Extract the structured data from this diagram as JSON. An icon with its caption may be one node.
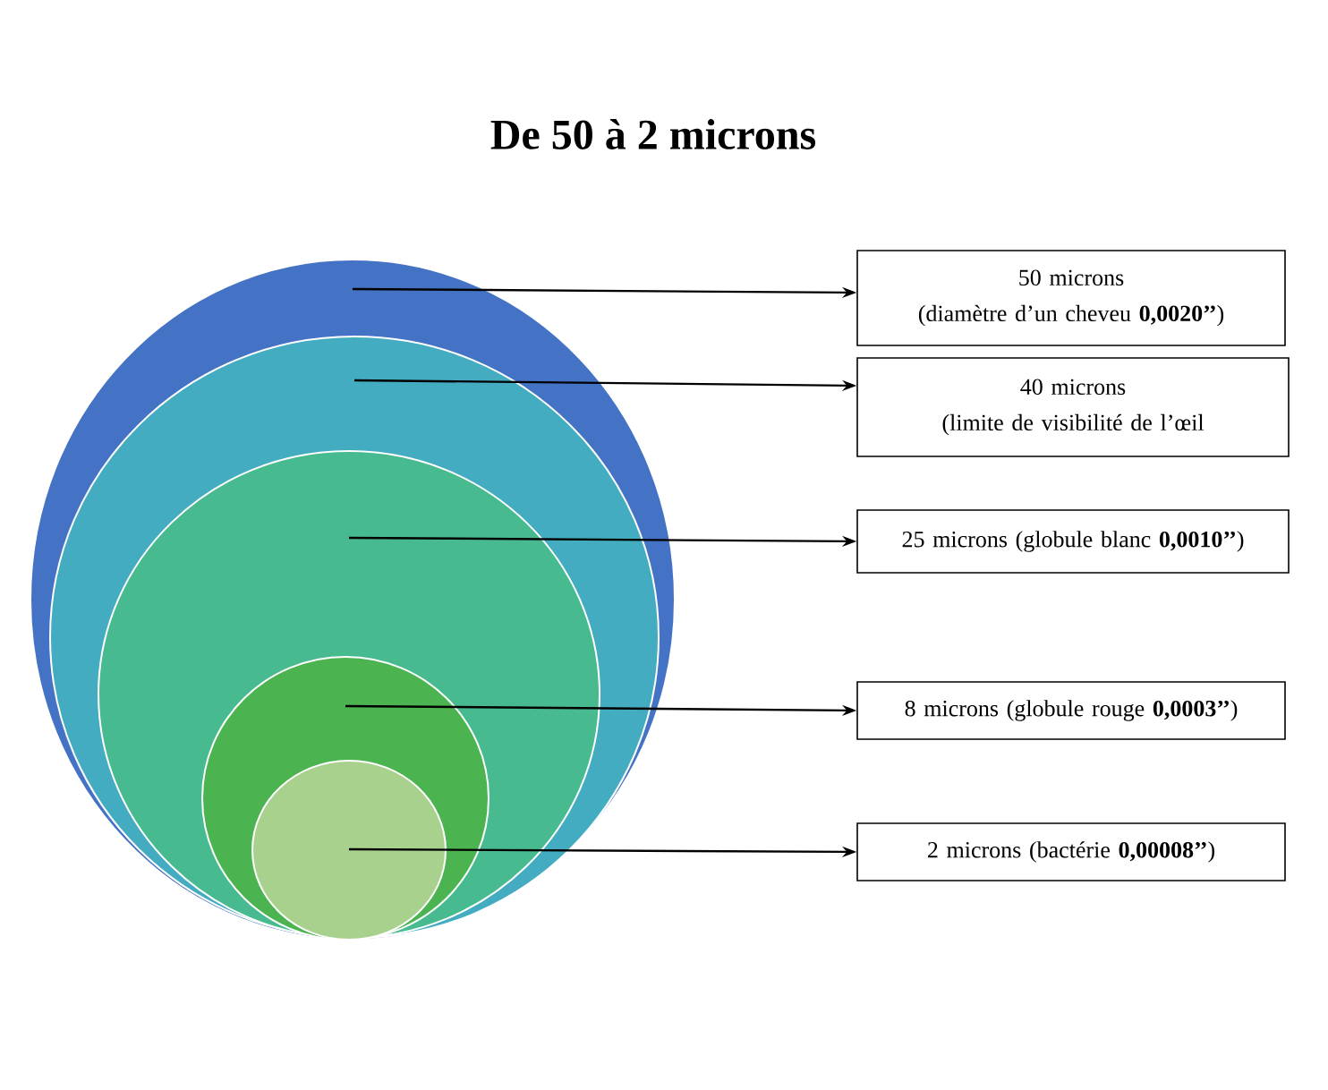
{
  "diagram": {
    "title": "De 50 à 2 microns",
    "nodes": [
      {
        "text": [],
        "shape": "circle"
      },
      {
        "text": [],
        "shape": "circle",
        "in": 0
      },
      {
        "text": [],
        "shape": "circle",
        "in": 1
      },
      {
        "text": [],
        "shape": "circle",
        "in": 2
      },
      {
        "text": [],
        "shape": "circle",
        "in": 3
      },
      {
        "text": [
          "50 microns",
          "(diamètre d’un cheveu **0,0020’’**)"
        ]
      },
      {
        "text": [
          "40 microns",
          "(limite de visibilité de l’œil"
        ]
      },
      {
        "text": [
          "25 microns (globule blanc **0,0010’’**)"
        ]
      },
      {
        "text": [
          "8 microns (globule rouge **0,0003’’**)"
        ]
      },
      {
        "text": [
          "2 microns (bactérie **0,00008’’**)"
        ]
      }
    ],
    "edges": [
      {
        "from": 0,
        "to": 5,
        "arrow": "to"
      },
      {
        "from": 1,
        "to": 6,
        "arrow": "to"
      },
      {
        "from": 2,
        "to": 7,
        "arrow": "to"
      },
      {
        "from": 3,
        "to": 8,
        "arrow": "to"
      },
      {
        "from": 4,
        "to": 9,
        "arrow": "to"
      }
    ]
  }
}
